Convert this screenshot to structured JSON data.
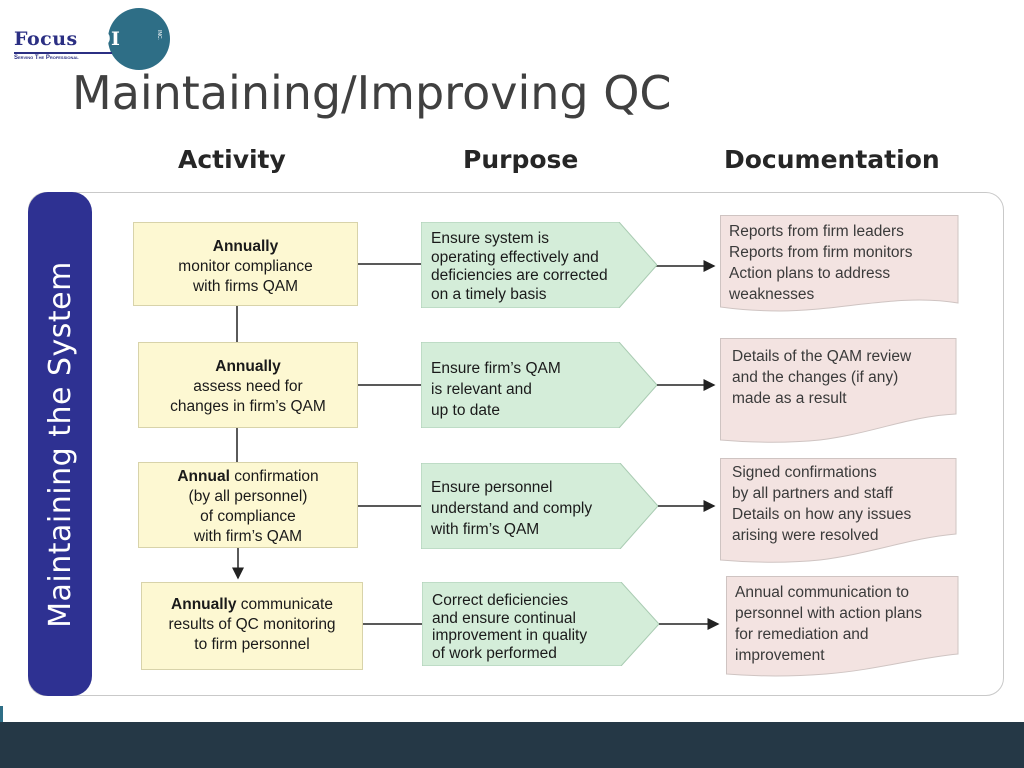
{
  "logo": {
    "word_part1": "Focus",
    "word_part2": "ROI",
    "suffix": "INC.",
    "tagline": "Serving the Professional"
  },
  "slide": {
    "title": "Maintaining/Improving QC",
    "column_headers": [
      "Activity",
      "Purpose",
      "Documentation"
    ],
    "sidebar_label": "Maintaining the System"
  },
  "rows": [
    {
      "activity": {
        "bold": "Annually",
        "lines": [
          "monitor compliance",
          "with firms QAM"
        ]
      },
      "purpose": [
        "Ensure system is",
        "operating  effectively and",
        "deficiencies are corrected",
        "on a timely basis"
      ],
      "documentation": [
        "Reports from firm leaders",
        "Reports from firm monitors",
        "Action plans to address",
        "weaknesses"
      ]
    },
    {
      "activity": {
        "bold": "Annually",
        "lines": [
          "assess need for",
          "changes in firm’s QAM"
        ]
      },
      "purpose": [
        "Ensure firm’s QAM",
        "is relevant and",
        "up to date"
      ],
      "documentation": [
        "Details of the QAM review",
        "and the changes (if any)",
        "made as a result"
      ]
    },
    {
      "activity": {
        "bold": "Annual",
        "rest_first_line": " confirmation",
        "lines": [
          "(by all personnel)",
          "of compliance",
          "with firm’s QAM"
        ]
      },
      "purpose": [
        "Ensure personnel",
        "understand and comply",
        "with firm’s QAM"
      ],
      "documentation": [
        "Signed confirmations",
        "by all partners and staff",
        "Details on how any issues",
        "arising were resolved"
      ]
    },
    {
      "activity": {
        "bold": "Annually",
        "rest_first_line": " communicate",
        "lines": [
          "results of QC monitoring",
          "to firm personnel"
        ]
      },
      "purpose": [
        "Correct deficiencies",
        "and ensure continual",
        "improvement in quality",
        "of work performed"
      ],
      "documentation": [
        "Annual communication to",
        "personnel with action plans",
        "for remediation and",
        "improvement"
      ]
    }
  ],
  "colors": {
    "sidebar": "#2e3192",
    "activity_fill": "#fdf8d2",
    "purpose_fill": "#d4edd9",
    "doc_fill": "#f3e3e1",
    "footer": "#253846",
    "logo_circle": "#2e6e86"
  }
}
